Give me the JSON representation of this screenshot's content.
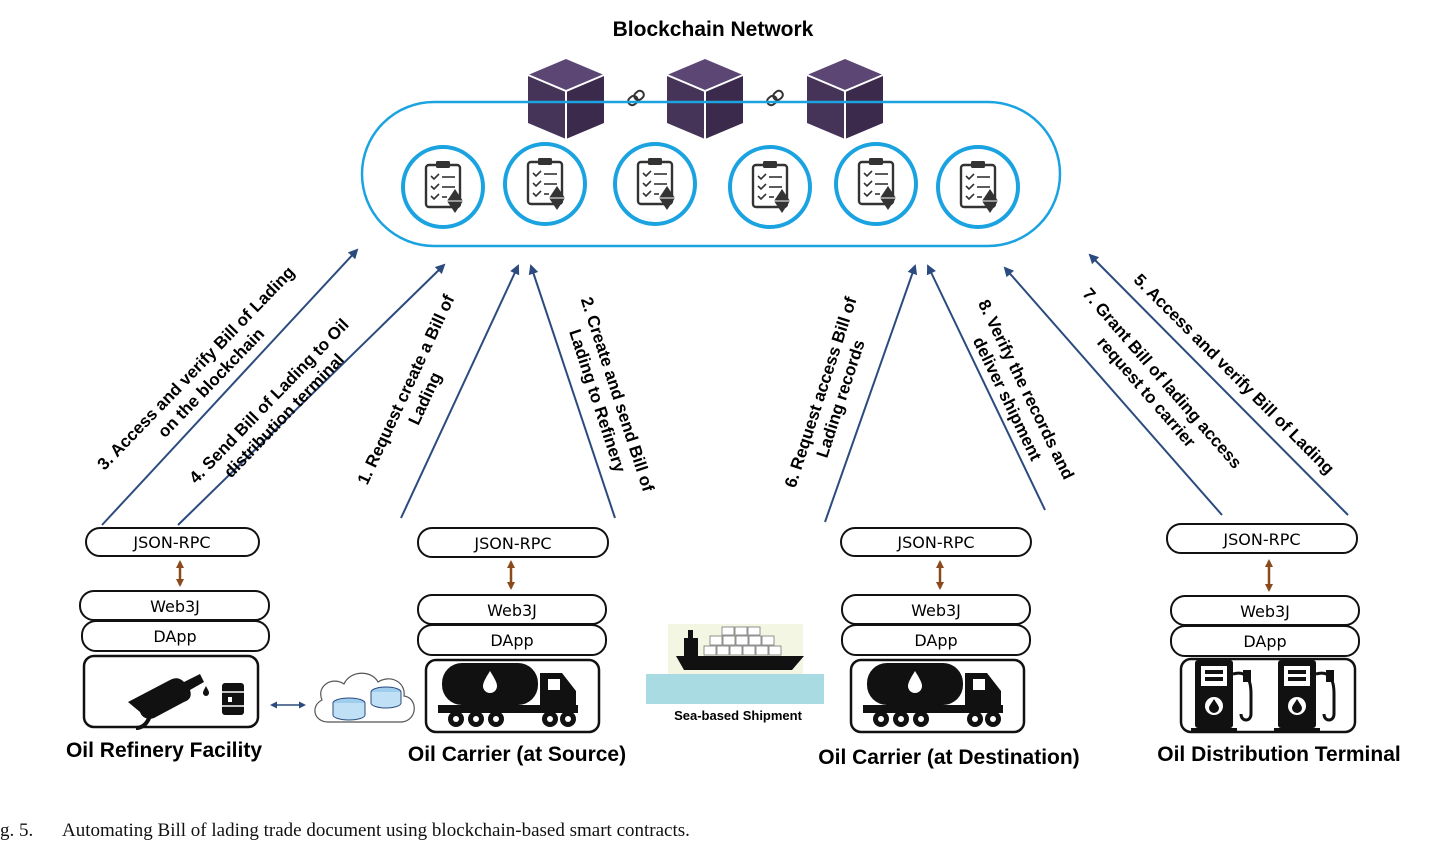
{
  "network": {
    "title": "Blockchain Network"
  },
  "stack": {
    "rpc": "JSON-RPC",
    "web3": "Web3J",
    "dapp": "DApp"
  },
  "nodes": [
    {
      "label": "Oil Refinery Facility"
    },
    {
      "label": "Oil Carrier (at Source)"
    },
    {
      "label": "Oil Carrier (at Destination)"
    },
    {
      "label": "Oil Distribution Terminal"
    }
  ],
  "sea": {
    "label": "Sea-based Shipment"
  },
  "steps": {
    "s3": [
      "3. Access and verify Bill of Lading",
      "on the blockchain"
    ],
    "s4": [
      "4. Send Bill of Lading to Oil",
      "distribution terminal"
    ],
    "s1": [
      "1. Request create a Bill of",
      "Lading"
    ],
    "s2": [
      "2. Create and send Bill of",
      "Lading to Refinery"
    ],
    "s6": [
      "6. Request access Bill of",
      "Lading records"
    ],
    "s8": [
      "8. Verify the records and",
      "deliver shipment"
    ],
    "s7": [
      "7. Grant Bill of lading access",
      "request to carrier"
    ],
    "s5": [
      "5. Access and verify Bill of Lading"
    ]
  },
  "caption": {
    "prefix": "g. 5.",
    "text": "Automating Bill of lading trade document using blockchain-based smart contracts."
  },
  "colors": {
    "arrow": "#2b4b7e",
    "ring": "#1aa3e0",
    "cube": "#4a3760",
    "link": "#7a4a20",
    "sea": "#a8dbe2"
  }
}
